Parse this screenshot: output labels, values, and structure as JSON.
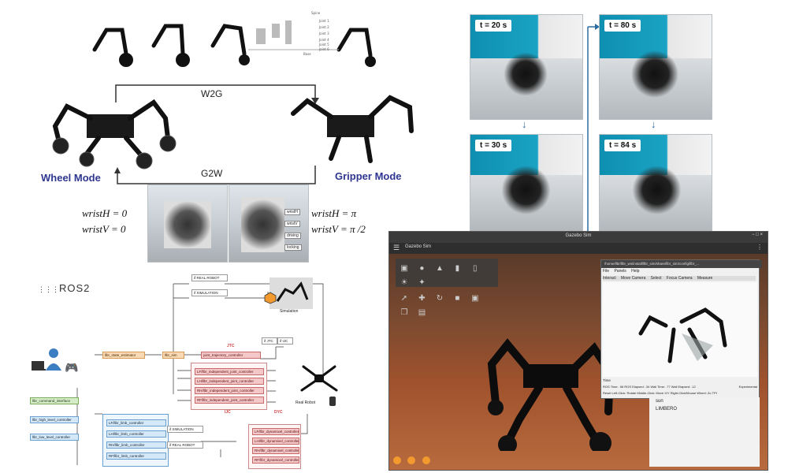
{
  "modes": {
    "wheel_mode": "Wheel Mode",
    "gripper_mode": "Gripper Mode",
    "w2g": "W2G",
    "g2w": "G2W",
    "left_wrist_h": "wristH = 0",
    "left_wrist_v": "wristV = 0",
    "right_wrist_h": "wristH = π",
    "right_wrist_v": "wristV = π /2",
    "photo_labels": [
      "wristH",
      "wristV",
      "driving",
      "locking"
    ],
    "mini_labels": [
      "Spine",
      "Joint 1",
      "Joint 2",
      "Joint 3",
      "Joint 4",
      "Joint 5",
      "Joint 6",
      "Base"
    ]
  },
  "timeline": {
    "frames": [
      "t = 20 s",
      "t = 30 s",
      "t = 80 s",
      "t = 84 s"
    ]
  },
  "ros": {
    "logo": "ROS2",
    "real_robot_switch": "if REAL ROBOT",
    "simulation_switch": "if SIMULATION",
    "simulation_label": "Simulation",
    "real_robot_label": "Real Robot",
    "state_estimator": "llbr_state_estimator",
    "llbr_sim": "llbr_sim",
    "jtc_title": "JTC",
    "joint_traj": "joint_trajectory_controller",
    "jtc_switch": "if JTC",
    "ijc_switch": "if IJC",
    "ijc_title": "IJC",
    "ijc_nodes": [
      "LF/llbr_independent_joint_controller",
      "LH/llbr_independent_joint_controller",
      "RH/llbr_independent_joint_controller",
      "RF/llbr_independent_joint_controller"
    ],
    "dyc_title": "DYC",
    "dyc_nodes": [
      "LF/llbr_dynamixel_controller",
      "LH/llbr_dynamixel_controller",
      "RH/llbr_dynamixel_controller",
      "RF/llbr_dynamixel_controller"
    ],
    "limb_nodes": [
      "LF/llbr_limb_controller",
      "LH/llbr_limb_controller",
      "RH/llbr_limb_controller",
      "RF/llbr_limb_controller"
    ],
    "sim_switch2": "if SIMULATION",
    "real_switch2": "if REAL ROBOT",
    "command_interface": "llbr_command_interface",
    "high_level": "llbr_high_level_controller",
    "low_level": "llbr_low_level_controller"
  },
  "gazebo": {
    "title": "Gazebo Sim",
    "subwindow_path": "/home/llbr/llbr_ws/install/llbr_sim/share/llbr_sim/config/llbr_...",
    "menu": [
      "File",
      "Panels",
      "Help"
    ],
    "sub_tools": [
      "Interact",
      "Move Camera",
      "Select",
      "Focus Camera",
      "Measure"
    ],
    "time_header": "Time",
    "status_line": "ROS Time: .96  ROS Elapsed: .34  Wall Time: .77  Wall Elapsed: .12",
    "status_right": "Experimental",
    "help_line": "Reset  Left-Click: Rotate  Middle-Click: Move X/Y  Right-Click/Mouse Wheel: Zo TPI",
    "tree": [
      "sun",
      "LIMBERO"
    ],
    "window_controls": [
      "−",
      "□",
      "×"
    ],
    "colors": {
      "mars_sky": "#6b4a3a",
      "mars_ground": "#a0522d",
      "toolbar": "#3b3b3b"
    }
  }
}
